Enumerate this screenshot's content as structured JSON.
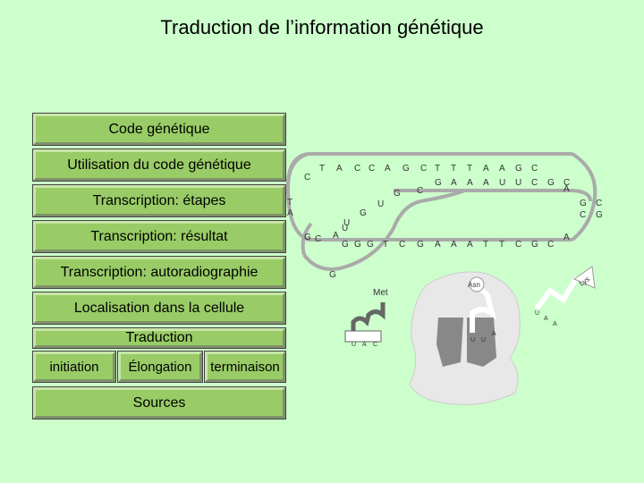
{
  "title": "Traduction de l’information génétique",
  "menu": {
    "code_genetique": "Code génétique",
    "utilisation": "Utilisation du code génétique",
    "transcription_etapes": "Transcription: étapes",
    "transcription_resultat": "Transcription: résultat",
    "autoradiographie": "Transcription: autoradiographie",
    "localisation": "Localisation dans la cellule",
    "traduction": "Traduction",
    "initiation": "initiation",
    "elongation": "Élongation",
    "terminaison": "terminaison",
    "sources": "Sources"
  },
  "diagram": {
    "strand_top": [
      "T",
      "A",
      "C",
      "C",
      "A",
      "G",
      "C",
      "T",
      "T",
      "T",
      "A",
      "A",
      "G",
      "C"
    ],
    "strand_mid": [
      "C",
      "G",
      "A",
      "A",
      "A",
      "U",
      "U",
      "C",
      "G",
      "C"
    ],
    "strand_low": [
      "G",
      "U",
      "G",
      "G",
      "T",
      "C",
      "G",
      "A",
      "A",
      "A",
      "T",
      "T",
      "C",
      "G",
      "C"
    ],
    "left_bases": [
      "C",
      "T",
      "A",
      "G",
      "G"
    ],
    "loop_bases": [
      "G",
      "G",
      "U",
      "C",
      "A",
      "U"
    ],
    "right_bases": [
      "A",
      "G",
      "C",
      "C",
      "G",
      "A"
    ],
    "labels": {
      "met": "Met",
      "asn": "Asn",
      "lys": "Lys",
      "anticodon1": [
        "U",
        "A",
        "C"
      ],
      "anticodon2": [
        "U",
        "U",
        "A"
      ],
      "anticodon3": [
        "U",
        "A",
        "A"
      ]
    }
  }
}
